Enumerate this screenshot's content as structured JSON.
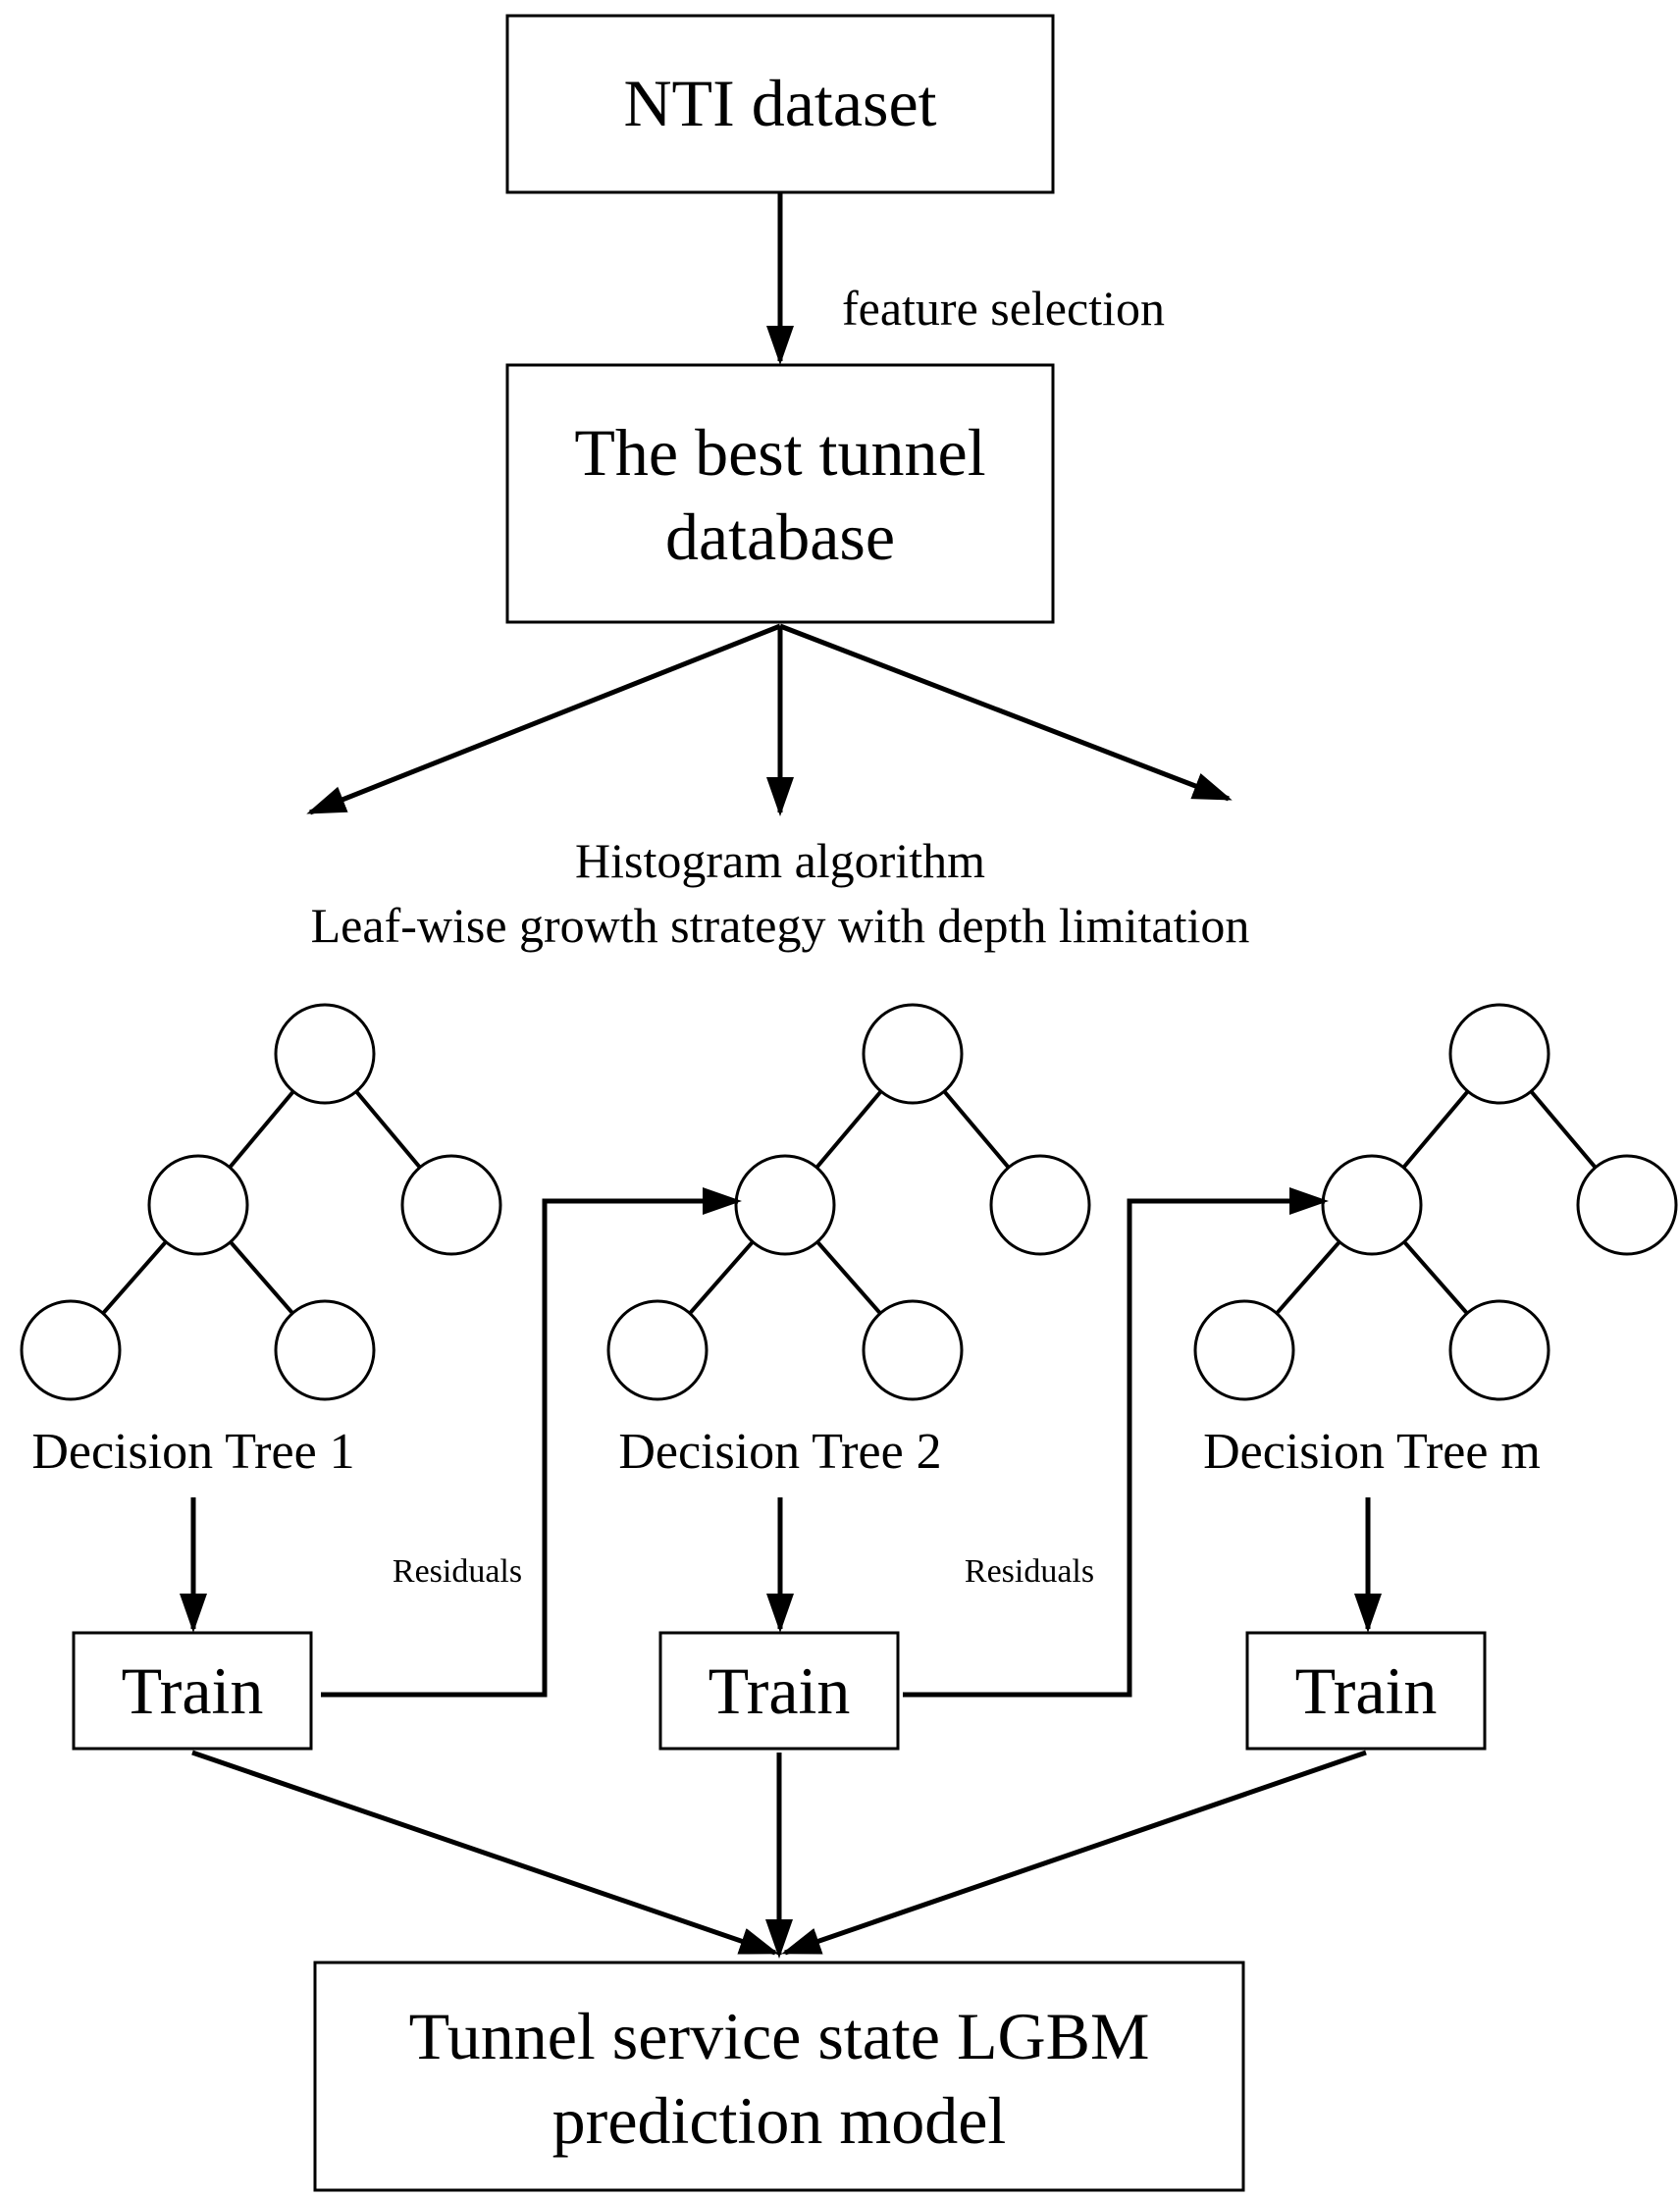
{
  "boxes": {
    "dataset": "NTI dataset",
    "database_line1": "The best tunnel",
    "database_line2": "database",
    "train_1": "Train",
    "train_2": "Train",
    "train_m": "Train",
    "model_line1": "Tunnel service state LGBM",
    "model_line2": "prediction model"
  },
  "labels": {
    "feature_selection": "feature selection",
    "algorithm_line1": "Histogram algorithm",
    "algorithm_line2": "Leaf-wise growth strategy with depth limitation",
    "residuals_1": "Residuals",
    "residuals_2": "Residuals"
  },
  "trees": [
    "Decision Tree 1",
    "Decision Tree 2",
    "Decision Tree m"
  ]
}
